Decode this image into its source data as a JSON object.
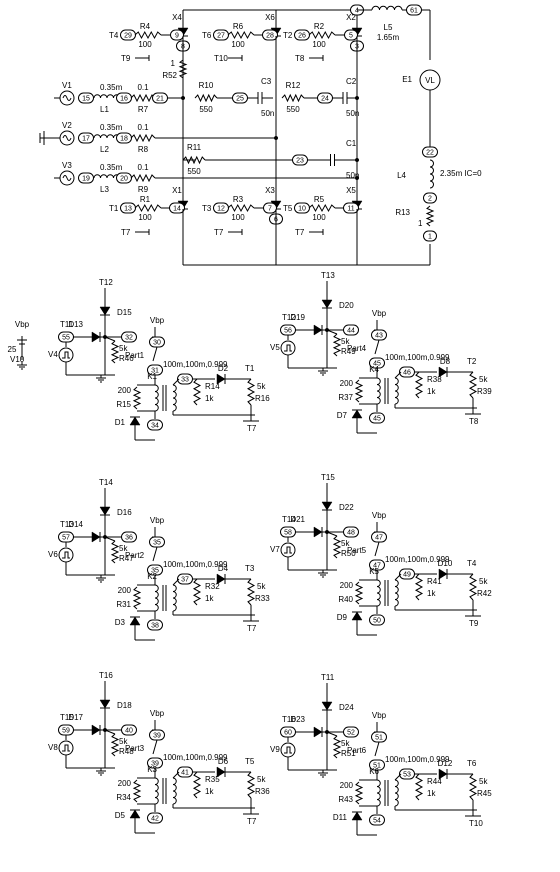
{
  "thyristors": [
    {
      "name": "X4",
      "gate": "T4",
      "res": "R4",
      "val": "100",
      "gnode": "29",
      "knode": "9",
      "anode": "8"
    },
    {
      "name": "X6",
      "gate": "T6",
      "res": "R6",
      "val": "100",
      "gnode": "27",
      "knode": "28"
    },
    {
      "name": "X2",
      "gate": "T2",
      "res": "R2",
      "val": "100",
      "gnode": "26",
      "knode": "5",
      "anode": "3"
    },
    {
      "name": "X1",
      "gate": "T1",
      "res": "R1",
      "val": "100",
      "gnode": "13",
      "knode": "14"
    },
    {
      "name": "X3",
      "gate": "T3",
      "res": "R3",
      "val": "100",
      "gnode": "12",
      "knode": "7",
      "anode": "6"
    },
    {
      "name": "X5",
      "gate": "T5",
      "res": "R5",
      "val": "100",
      "gnode": "10",
      "knode": "11"
    }
  ],
  "top_gate_refs": [
    "T9",
    "T10",
    "T8"
  ],
  "bottom_gate_refs": [
    "T7",
    "T7",
    "T7"
  ],
  "sources": [
    {
      "name": "V1",
      "n1": "15",
      "n2": "16",
      "ind": "L1",
      "ival": "0.35m",
      "res": "R7",
      "rval": "0.1",
      "node": "21"
    },
    {
      "name": "V2",
      "n1": "17",
      "n2": "18",
      "ind": "L2",
      "ival": "0.35m",
      "res": "R8",
      "rval": "0.1"
    },
    {
      "name": "V3",
      "n1": "19",
      "n2": "20",
      "ind": "L3",
      "ival": "0.35m",
      "res": "R9",
      "rval": "0.1"
    }
  ],
  "snubbers": [
    {
      "res": "R10",
      "rval": "550",
      "node": "25",
      "cap": "C3",
      "cval": "50n"
    },
    {
      "res": "R12",
      "rval": "550",
      "node": "24",
      "cap": "C2",
      "cval": "50n"
    },
    {
      "res": "R11",
      "rval": "550",
      "node": "23",
      "cap": "C1",
      "cval": "50n"
    }
  ],
  "r52": {
    "name": "R52",
    "val": "1"
  },
  "node1": "1",
  "node2": "2",
  "node4": "4",
  "node22": "22",
  "node61": "61",
  "l5": {
    "name": "L5",
    "val": "1.65m"
  },
  "e1": {
    "name": "E1",
    "label": "VL"
  },
  "l4": {
    "name": "L4",
    "val": "2.35m IC=0"
  },
  "r13": {
    "name": "R13",
    "val": "1"
  },
  "vbp": "Vbp",
  "v10": {
    "name": "V10",
    "val": "25"
  },
  "triggers": [
    {
      "t_out": "T12",
      "t_in": "T11",
      "v": "V4",
      "dtop": "D15",
      "dg": "D13",
      "n_sw": "55",
      "n_out": "32",
      "r": "R46",
      "rval": "5k",
      "part": "Part1",
      "n_part": "30",
      "n_k": "31",
      "k": "K1",
      "kval": "100m,100m,0.999",
      "n_k2": "33",
      "rp": "R15",
      "rpval": "200",
      "rs": "R14",
      "rsval": "1k",
      "dout": "D2",
      "rl": "R16",
      "rlval": "5k",
      "dlow": "D1",
      "n_low": "34",
      "t_a": "T1",
      "t_b": "T7"
    },
    {
      "t_out": "T13",
      "t_in": "T12",
      "v": "V5",
      "dtop": "D20",
      "dg": "D19",
      "n_sw": "56",
      "n_out": "44",
      "r": "R49",
      "rval": "5k",
      "part": "Part4",
      "n_part": "43",
      "n_k": "45",
      "k": "K4",
      "kval": "100m,100m,0.999",
      "n_k2": "46",
      "rp": "R37",
      "rpval": "200",
      "rs": "R38",
      "rsval": "1k",
      "dout": "D8",
      "rl": "R39",
      "rlval": "5k",
      "dlow": "D7",
      "n_low": "45",
      "t_a": "T2",
      "t_b": "T8"
    },
    {
      "t_out": "T14",
      "t_in": "T13",
      "v": "V6",
      "dtop": "D16",
      "dg": "D14",
      "n_sw": "57",
      "n_out": "36",
      "r": "R47",
      "rval": "5k",
      "part": "Part2",
      "n_part": "35",
      "n_k": "35",
      "k": "K2",
      "kval": "100m,100m,0.999",
      "n_k2": "37",
      "rp": "R31",
      "rpval": "200",
      "rs": "R32",
      "rsval": "1k",
      "dout": "D4",
      "rl": "R33",
      "rlval": "5k",
      "dlow": "D3",
      "n_low": "38",
      "t_a": "T3",
      "t_b": "T7"
    },
    {
      "t_out": "T15",
      "t_in": "T14",
      "v": "V7",
      "dtop": "D22",
      "dg": "D21",
      "n_sw": "58",
      "n_out": "48",
      "r": "R50",
      "rval": "5k",
      "part": "Part5",
      "n_part": "47",
      "n_k": "47",
      "k": "K5",
      "kval": "100m,100m,0.999",
      "n_k2": "49",
      "rp": "R40",
      "rpval": "200",
      "rs": "R41",
      "rsval": "1k",
      "dout": "D10",
      "rl": "R42",
      "rlval": "5k",
      "dlow": "D9",
      "n_low": "50",
      "t_a": "T4",
      "t_b": "T9"
    },
    {
      "t_out": "T16",
      "t_in": "T15",
      "v": "V8",
      "dtop": "D18",
      "dg": "D17",
      "n_sw": "59",
      "n_out": "40",
      "r": "R48",
      "rval": "5k",
      "part": "Part3",
      "n_part": "39",
      "n_k": "39",
      "k": "K3",
      "kval": "100m,100m,0.999",
      "n_k2": "41",
      "rp": "R34",
      "rpval": "200",
      "rs": "R35",
      "rsval": "1k",
      "dout": "D6",
      "rl": "R36",
      "rlval": "5k",
      "dlow": "D5",
      "n_low": "42",
      "t_a": "T5",
      "t_b": "T7"
    },
    {
      "t_out": "T11",
      "t_in": "T16",
      "v": "V9",
      "dtop": "D24",
      "dg": "D23",
      "n_sw": "60",
      "n_out": "52",
      "r": "R51",
      "rval": "5k",
      "part": "Part6",
      "n_part": "51",
      "n_k": "51",
      "k": "K6",
      "kval": "100m,100m,0.999",
      "n_k2": "53",
      "rp": "R43",
      "rpval": "200",
      "rs": "R44",
      "rsval": "1k",
      "dout": "D12",
      "rl": "R45",
      "rlval": "5k",
      "dlow": "D11",
      "n_low": "54",
      "t_a": "T6",
      "t_b": "T10"
    }
  ]
}
